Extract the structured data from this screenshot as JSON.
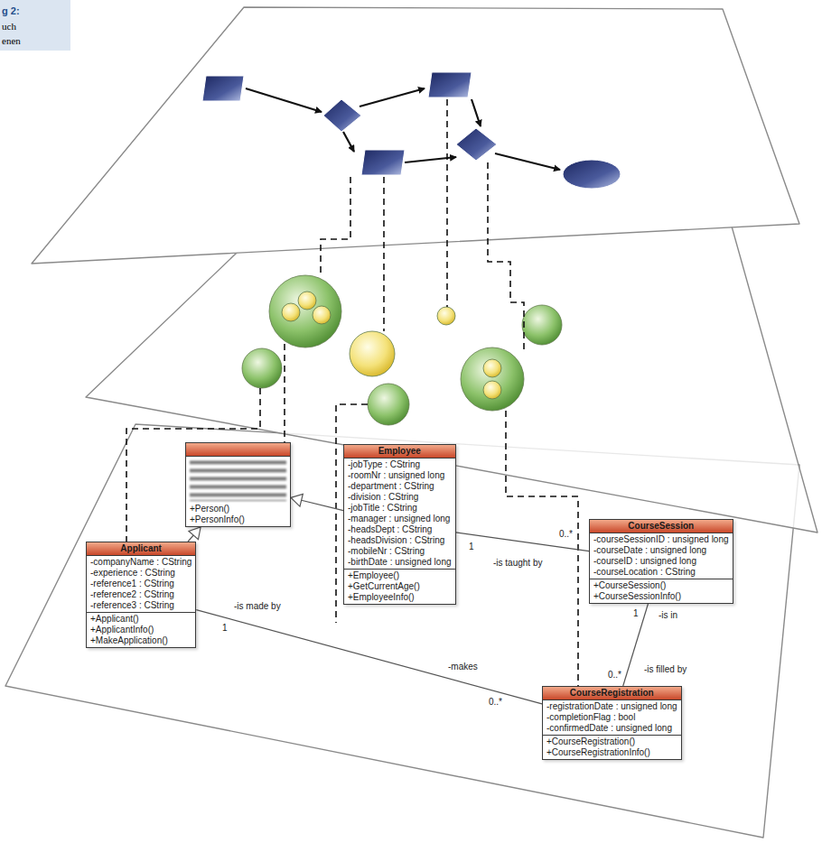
{
  "diagram": {
    "nodes": [
      {
        "text": [
          "+Person()",
          "+PersonInfo()"
        ]
      },
      {
        "text": [
          "Applicant",
          "-companyName : CString",
          "-experience : CString",
          "-reference1 : CString",
          "-reference2 : CString",
          "-reference3 : CString",
          "+Applicant()",
          "+ApplicantInfo()",
          "+MakeApplication()"
        ]
      },
      {
        "text": [
          "Employee",
          "-jobType : CString",
          "-roomNr : unsigned long",
          "-department : CString",
          "-division : CString",
          "-jobTitle : CString",
          "-manager : unsigned long",
          "-headsDept : CString",
          "-headsDivision : CString",
          "-mobileNr : CString",
          "-birthDate : unsigned long",
          "+Employee()",
          "+GetCurrentAge()",
          "+EmployeeInfo()"
        ]
      },
      {
        "text": [
          "CourseSession",
          "-courseSessionID : unsigned long",
          "-courseDate : unsigned long",
          "-courseID : unsigned long",
          "-courseLocation : CString",
          "+CourseSession()",
          "+CourseSessionInfo()"
        ]
      },
      {
        "text": [
          "CourseRegistration",
          "-registrationDate : unsigned long",
          "-completionFlag : bool",
          "-confirmedDate : unsigned long",
          "+CourseRegistration()",
          "+CourseRegistrationInfo()"
        ]
      }
    ],
    "edges": [
      {
        "from": 1,
        "to": 0,
        "arrow": "to"
      },
      {
        "from": 2,
        "to": 0,
        "arrow": "to"
      },
      {
        "from": 2,
        "to": 3,
        "label": "-is taught by",
        "arrow": "none"
      },
      {
        "from": 1,
        "to": 4,
        "label": "-is made by",
        "arrow": "none"
      },
      {
        "from": 3,
        "to": 4,
        "label": "-is in",
        "arrow": "none"
      }
    ],
    "labels": [
      "g 2:",
      "uch",
      "enen",
      "1",
      "0..*",
      "1",
      "-makes",
      "0..*",
      "1",
      "-is filled by",
      "0..*"
    ]
  }
}
